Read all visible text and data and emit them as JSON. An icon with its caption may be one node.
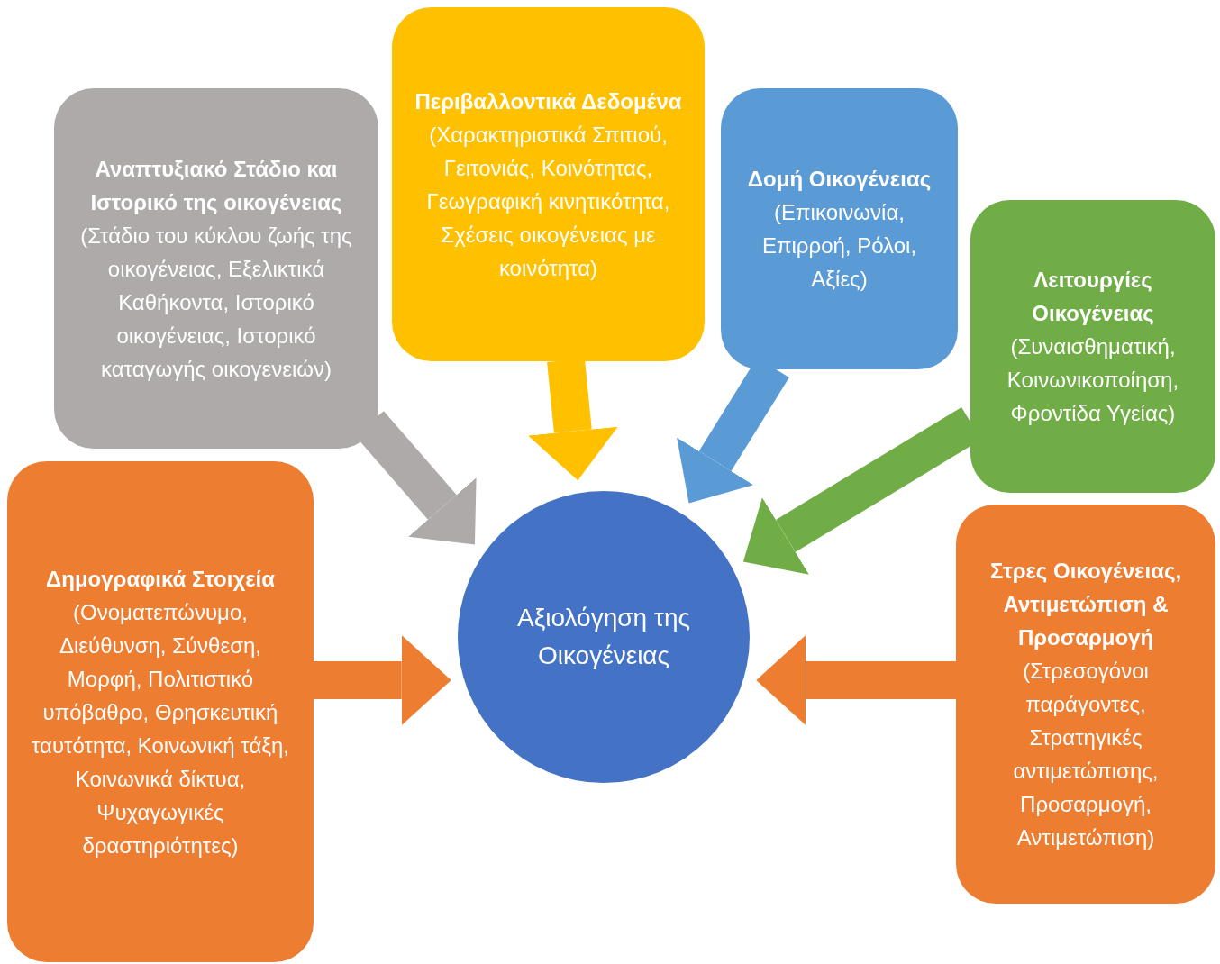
{
  "diagram": {
    "nodes": [
      {
        "text": [
          "Αναπτυξιακό Στάδιο και Ιστορικό της οικογένειας",
          "(Στάδιο του κύκλου ζωής της οικογένειας, Εξελικτικά Καθήκοντα, Ιστορικό οικογένειας, Ιστορικό καταγωγής οικογενειών)"
        ]
      },
      {
        "text": [
          "Περιβαλλοντικά Δεδομένα",
          "(Χαρακτηριστικά Σπιτιού, Γειτονιάς, Κοινότητας, Γεωγραφική κινητικότητα, Σχέσεις οικογένειας με κοινότητα)"
        ]
      },
      {
        "text": [
          "Δομή Οικογένειας",
          "(Επικοινωνία, Επιρροή, Ρόλοι, Αξίες)"
        ]
      },
      {
        "text": [
          "Λειτουργίες Οικογένειας",
          "(Συναισθηματική, Κοινωνικοποίηση, Φροντίδα Υγείας)"
        ]
      },
      {
        "text": [
          "Δημογραφικά Στοιχεία",
          "(Ονοματεπώνυμο, Διεύθυνση, Σύνθεση, Μορφή, Πολιτιστικό υπόβαθρο, Θρησκευτική ταυτότητα, Κοινωνική τάξη, Κοινωνικά δίκτυα, Ψυχαγωγικές δραστηριότητες)"
        ]
      },
      {
        "text": [
          "Αξιολόγηση της Οικογένειας"
        ]
      },
      {
        "text": [
          "Στρες Οικογένειας, Αντιμετώπιση & Προσαρμογή",
          "(Στρεσογόνοι παράγοντες, Στρατηγικές αντιμετώπισης, Προσαρμογή, Αντιμετώπιση)"
        ]
      }
    ],
    "edges": [
      {
        "from": 0,
        "to": 5,
        "arrow": "to",
        "color": "#aeaaaa"
      },
      {
        "from": 1,
        "to": 5,
        "arrow": "to",
        "color": "#ffc000"
      },
      {
        "from": 2,
        "to": 5,
        "arrow": "to",
        "color": "#5b9bd5"
      },
      {
        "from": 3,
        "to": 5,
        "arrow": "to",
        "color": "#70ad47"
      },
      {
        "from": 4,
        "to": 5,
        "arrow": "to",
        "color": "#ed7d31"
      },
      {
        "from": 6,
        "to": 5,
        "arrow": "to",
        "color": "#ed7d31"
      }
    ]
  }
}
